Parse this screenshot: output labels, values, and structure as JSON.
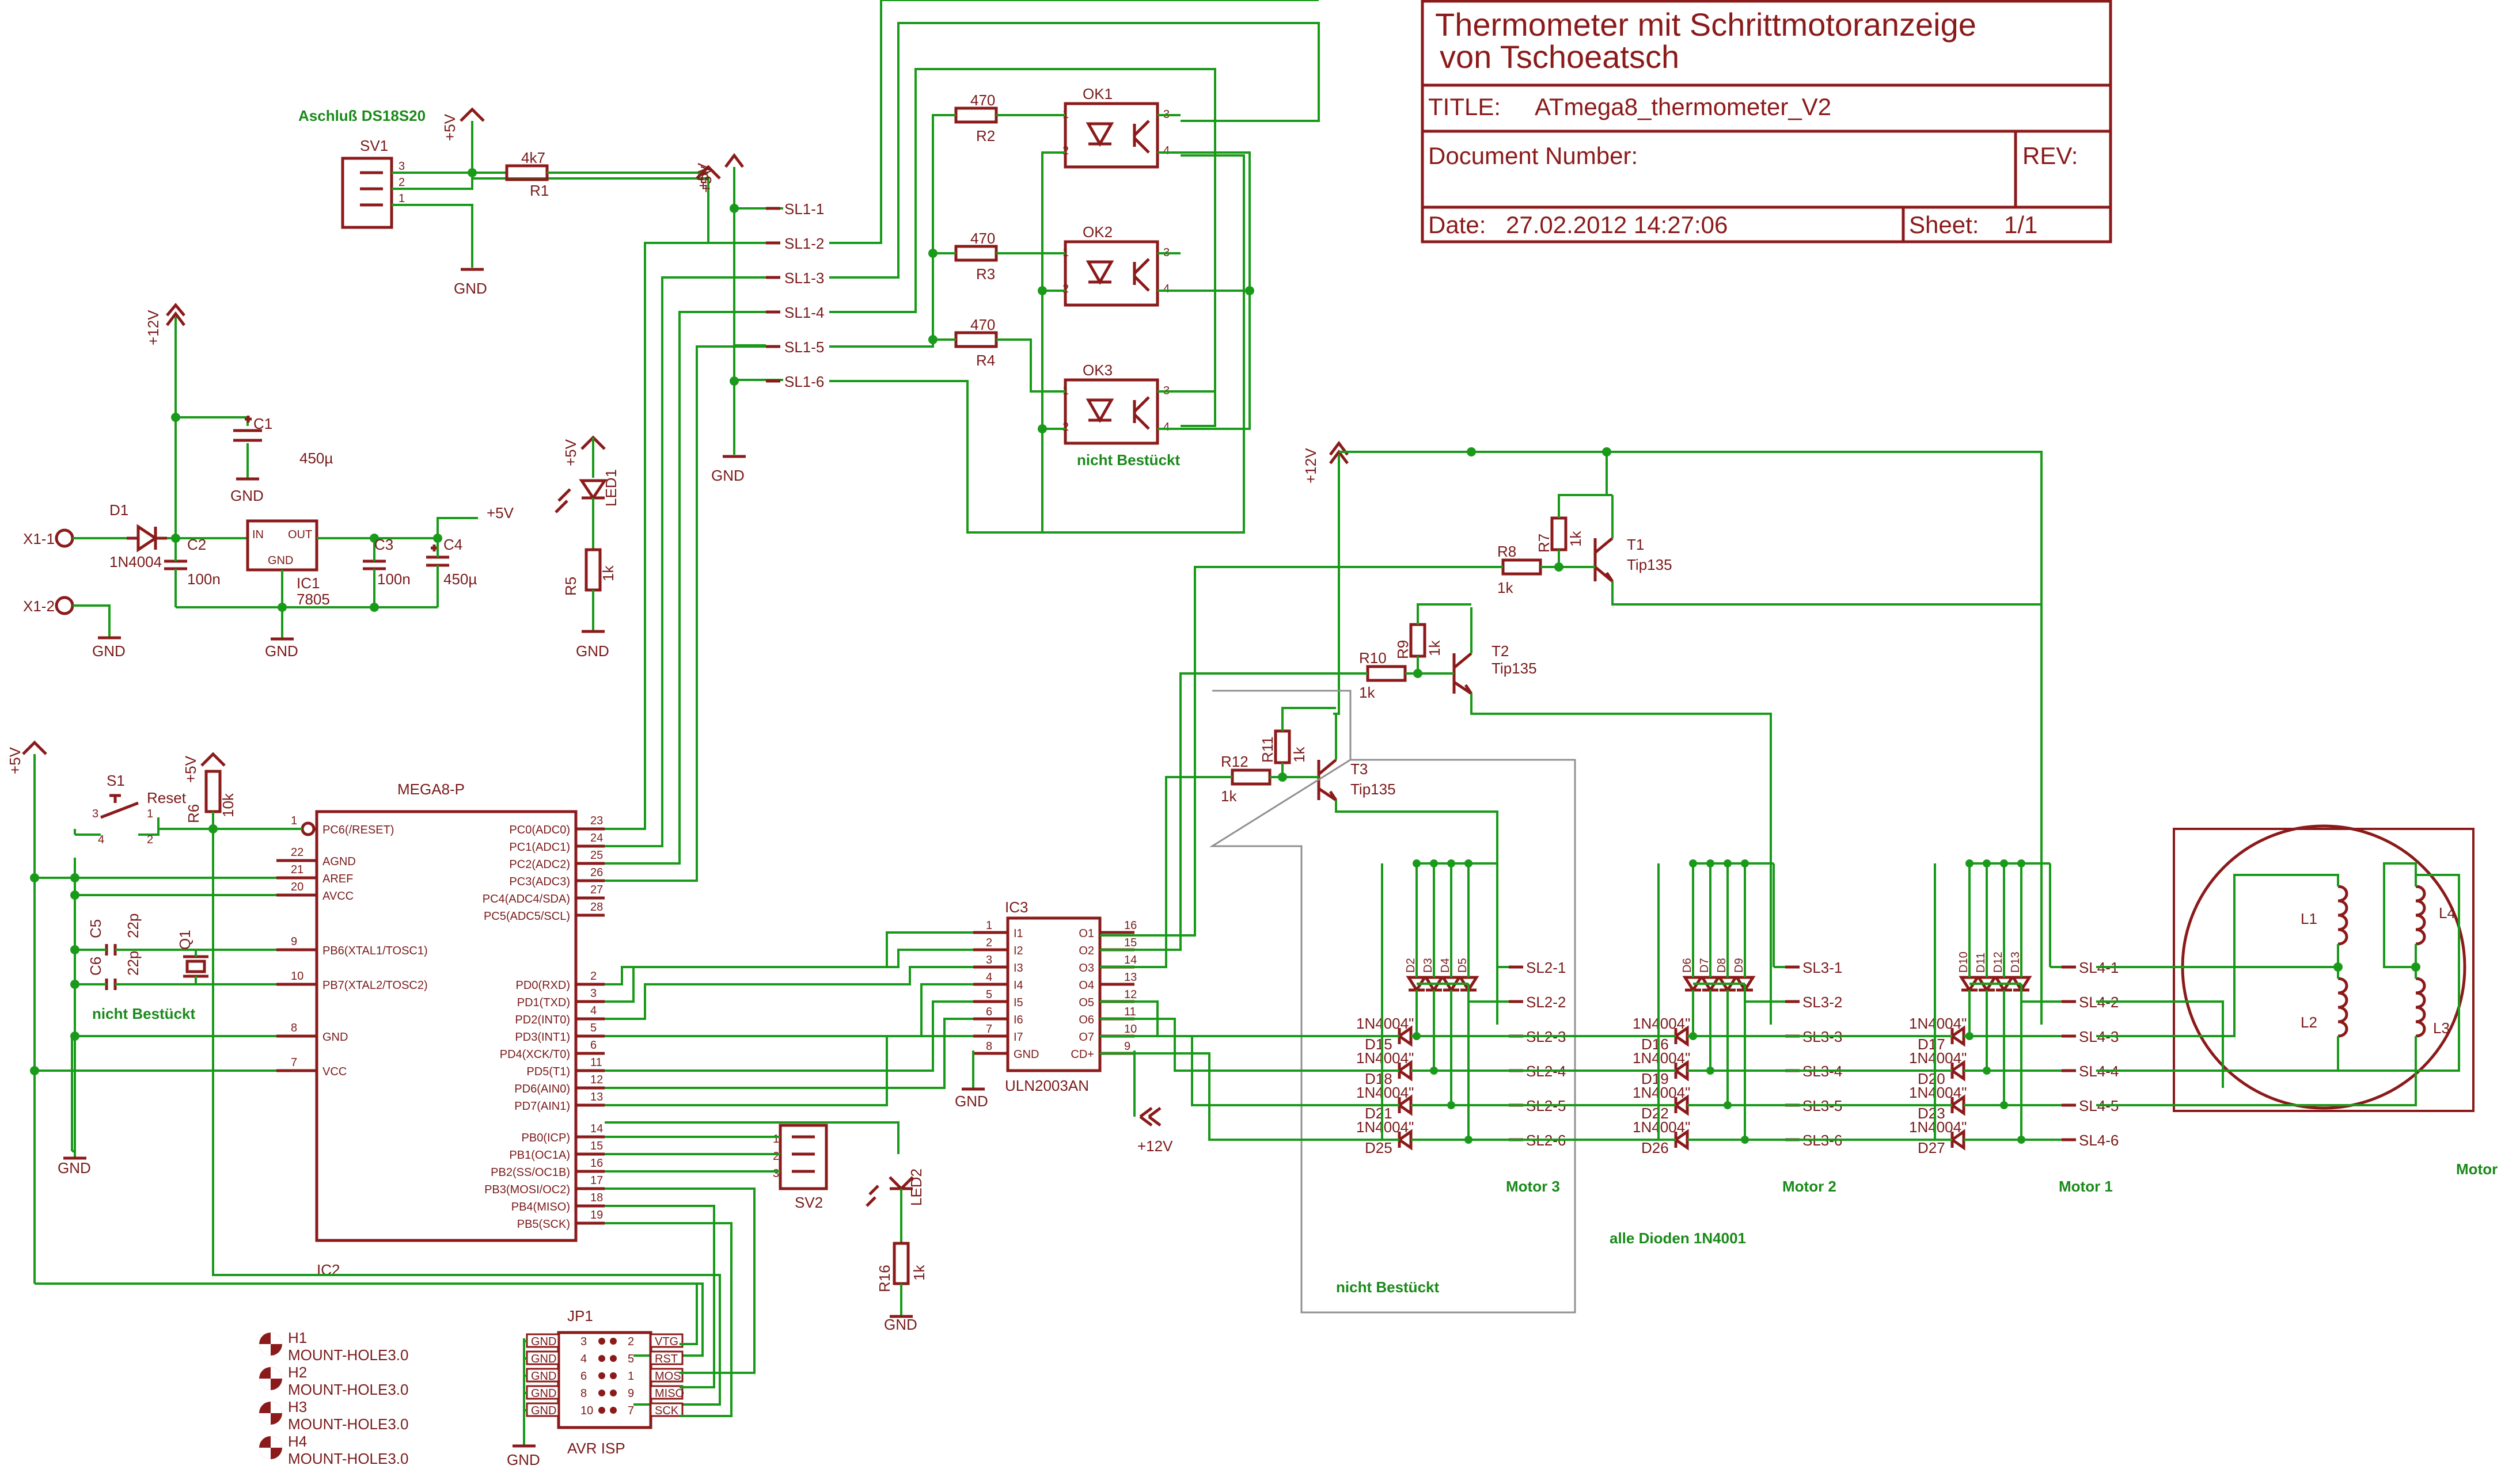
{
  "title_block": {
    "title_line1": "Thermometer mit Schrittmotoranzeige",
    "title_line2": "von Tschoeatsch",
    "title_label": "TITLE:",
    "title_value": "ATmega8_thermometer_V2",
    "docnum_label": "Document Number:",
    "rev_label": "REV:",
    "date_label": "Date:",
    "date_value": "27.02.2012 14:27:06",
    "sheet_label": "Sheet:",
    "sheet_value": "1/1"
  },
  "notes": {
    "ds18s20": "Aschluß DS18S20",
    "not_fitted_ok3": "nicht Bestückt",
    "not_fitted_osc": "nicht Bestückt",
    "not_fitted_drv": "nicht Bestückt",
    "all_diodes": "alle Dioden 1N4001",
    "motor3": "Motor 3",
    "motor2": "Motor 2",
    "motor1": "Motor 1",
    "motor": "Motor"
  },
  "power": {
    "p5": "+5V",
    "p12": "+12V",
    "gnd": "GND"
  },
  "connectors": {
    "sv1": "SV1",
    "sv2": "SV2",
    "x1_1": "X1-1",
    "x1_2": "X1-2",
    "sl1": [
      "SL1-1",
      "SL1-2",
      "SL1-3",
      "SL1-4",
      "SL1-5",
      "SL1-6"
    ],
    "sl2": [
      "SL2-1",
      "SL2-2",
      "SL2-3",
      "SL2-4",
      "SL2-5",
      "SL2-6"
    ],
    "sl3": [
      "SL3-1",
      "SL3-2",
      "SL3-3",
      "SL3-4",
      "SL3-5",
      "SL3-6"
    ],
    "sl4": [
      "SL4-1",
      "SL4-2",
      "SL4-3",
      "SL4-4",
      "SL4-5",
      "SL4-6"
    ],
    "jp1": "JP1",
    "jp1_caption": "AVR ISP",
    "jp1_left": [
      "GND",
      "GND",
      "GND",
      "GND",
      "GND"
    ],
    "jp1_left_pins": [
      "3",
      "4",
      "6",
      "8",
      "10"
    ],
    "jp1_right_pins": [
      "2",
      "5",
      "1",
      "9",
      "7"
    ],
    "jp1_right": [
      "VTG",
      "RST",
      "MOSI",
      "MISO",
      "SCK"
    ],
    "sv1_pins": [
      "3",
      "2",
      "1"
    ],
    "sv2_pins": [
      "1",
      "2",
      "3"
    ]
  },
  "components": {
    "r1": "R1",
    "r1_val": "4k7",
    "r2": "R2",
    "r3": "R3",
    "r4": "R4",
    "r234_val": "470",
    "r5": "R5",
    "r5_val": "1k",
    "r6": "R6",
    "r6_val": "10k",
    "r7": "R7",
    "r8": "R8",
    "r9": "R9",
    "r10": "R10",
    "r11": "R11",
    "r12": "R12",
    "r_1k": "1k",
    "r16": "R16",
    "r16_val": "1k",
    "c1": "C1",
    "c1_val": "450µ",
    "c2": "C2",
    "c2_val": "100n",
    "c3": "C3",
    "c3_val": "100n",
    "c4": "C4",
    "c4_val": "450µ",
    "c5": "C5",
    "c5_val": "22p",
    "c6": "C6",
    "c6_val": "22p",
    "q1": "Q1",
    "d1": "D1",
    "d1_val": "1N4004",
    "ic1": "IC1",
    "ic1_val": "7805",
    "ic1_in": "IN",
    "ic1_out": "OUT",
    "ic1_gnd": "GND",
    "led1": "LED1",
    "led2": "LED2",
    "ok1": "OK1",
    "ok2": "OK2",
    "ok3": "OK3",
    "ok_pins_left": [
      "1",
      "2"
    ],
    "ok_pins_right": [
      "3",
      "4"
    ],
    "t1": "T1",
    "t2": "T2",
    "t3": "T3",
    "tip": "Tip135",
    "s1": "S1",
    "s1_val": "Reset",
    "ic2": "IC2",
    "mega": "MEGA8-P",
    "ic3": "IC3",
    "ic3_val": "ULN2003AN",
    "diode_1n4004": "1N4004\"",
    "d15": "D15",
    "d16": "D16",
    "d17": "D17",
    "d18": "D18",
    "d19": "D19",
    "d20": "D20",
    "d21": "D21",
    "d22": "D22",
    "d23": "D23",
    "d25": "D25",
    "d26": "D26",
    "d27": "D27",
    "d2": "D2",
    "d3": "D3",
    "d4": "D4",
    "d5": "D5",
    "d6": "D6",
    "d7": "D7",
    "d8": "D8",
    "d9": "D9",
    "d10": "D10",
    "d11": "D11",
    "d12": "D12",
    "d13": "D13",
    "l1": "L1",
    "l2": "L2",
    "l3": "L3",
    "l4": "L4",
    "h1": "H1",
    "h2": "H2",
    "h3": "H3",
    "h4": "H4",
    "mount": "MOUNT-HOLE3.0"
  },
  "mega_left": [
    {
      "pin": "1",
      "name": "PC6(/RESET)"
    },
    {
      "pin": "22",
      "name": "AGND"
    },
    {
      "pin": "21",
      "name": "AREF"
    },
    {
      "pin": "20",
      "name": "AVCC"
    },
    {
      "pin": "9",
      "name": "PB6(XTAL1/TOSC1)"
    },
    {
      "pin": "10",
      "name": "PB7(XTAL2/TOSC2)"
    },
    {
      "pin": "8",
      "name": "GND"
    },
    {
      "pin": "7",
      "name": "VCC"
    }
  ],
  "mega_right": [
    {
      "pin": "23",
      "name": "PC0(ADC0)"
    },
    {
      "pin": "24",
      "name": "PC1(ADC1)"
    },
    {
      "pin": "25",
      "name": "PC2(ADC2)"
    },
    {
      "pin": "26",
      "name": "PC3(ADC3)"
    },
    {
      "pin": "27",
      "name": "PC4(ADC4/SDA)"
    },
    {
      "pin": "28",
      "name": "PC5(ADC5/SCL)"
    },
    {
      "pin": "2",
      "name": "PD0(RXD)"
    },
    {
      "pin": "3",
      "name": "PD1(TXD)"
    },
    {
      "pin": "4",
      "name": "PD2(INT0)"
    },
    {
      "pin": "5",
      "name": "PD3(INT1)"
    },
    {
      "pin": "6",
      "name": "PD4(XCK/T0)"
    },
    {
      "pin": "11",
      "name": "PD5(T1)"
    },
    {
      "pin": "12",
      "name": "PD6(AIN0)"
    },
    {
      "pin": "13",
      "name": "PD7(AIN1)"
    },
    {
      "pin": "14",
      "name": "PB0(ICP)"
    },
    {
      "pin": "15",
      "name": "PB1(OC1A)"
    },
    {
      "pin": "16",
      "name": "PB2(SS/OC1B)"
    },
    {
      "pin": "17",
      "name": "PB3(MOSI/OC2)"
    },
    {
      "pin": "18",
      "name": "PB4(MISO)"
    },
    {
      "pin": "19",
      "name": "PB5(SCK)"
    }
  ],
  "uln_left": [
    {
      "pin": "1",
      "name": "I1"
    },
    {
      "pin": "2",
      "name": "I2"
    },
    {
      "pin": "3",
      "name": "I3"
    },
    {
      "pin": "4",
      "name": "I4"
    },
    {
      "pin": "5",
      "name": "I5"
    },
    {
      "pin": "6",
      "name": "I6"
    },
    {
      "pin": "7",
      "name": "I7"
    },
    {
      "pin": "8",
      "name": "GND"
    }
  ],
  "uln_right": [
    {
      "pin": "16",
      "name": "O1"
    },
    {
      "pin": "15",
      "name": "O2"
    },
    {
      "pin": "14",
      "name": "O3"
    },
    {
      "pin": "13",
      "name": "O4"
    },
    {
      "pin": "12",
      "name": "O5"
    },
    {
      "pin": "11",
      "name": "O6"
    },
    {
      "pin": "10",
      "name": "O7"
    },
    {
      "pin": "9",
      "name": "CD+"
    }
  ]
}
